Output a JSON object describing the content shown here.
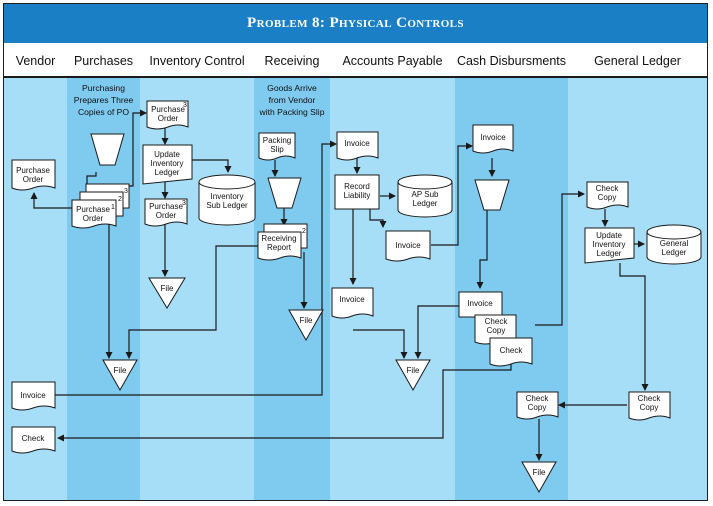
{
  "title": "Problem 8: Physical Controls",
  "colors": {
    "title_bar": "#1b7fc6",
    "lane_light": "#a6ddf7",
    "lane_dark": "#7fcaef",
    "document_fill": "#ffffff",
    "line": "#1a1a1a"
  },
  "columns": [
    "Vendor",
    "Purchases",
    "Inventory Control",
    "Receiving",
    "Accounts Payable",
    "Cash Disbursments",
    "General Ledger"
  ],
  "annotations": {
    "purchasing_note": [
      "Purchasing",
      "Prepares Three",
      "Copies of PO"
    ],
    "goods_note": [
      "Goods Arrive",
      "from Vendor",
      "with Packing Slip"
    ]
  },
  "shapes": {
    "purchase_order_vendor": "Purchase Order",
    "purchase_order_copies": "Purchase Order",
    "purchase_order_copy_count": "3",
    "purchase_order_copy2_num": "2",
    "purchase_order_copy1_num": "1",
    "ic_purchase_order_top": "Purchase Order",
    "ic_purchase_order_top_num": "3",
    "update_inventory_ledger": "Update Inventory Ledger",
    "ic_purchase_order_bottom": "Purchase Order",
    "ic_purchase_order_bottom_num": "3",
    "inventory_sub_ledger": "Inventory Sub Ledger",
    "packing_slip": "Packing Slip",
    "receiving_report": "Receiving Report",
    "receiving_report_num": "2",
    "ap_invoice_top": "Invoice",
    "record_liability": "Record Liability",
    "ap_sub_ledger": "AP Sub Ledger",
    "ap_invoice_mid": "Invoice",
    "ap_invoice_bottom": "Invoice",
    "cd_invoice_top": "Invoice",
    "cd_invoice_bottom": "Invoice",
    "cd_check_copy": "Check Copy",
    "cd_check": "Check",
    "check_copy_bottom_left": "Check Copy",
    "gl_check_copy_top": "Check Copy",
    "gl_update_inventory_ledger": "Update Inventory Ledger",
    "general_ledger": "General Ledger",
    "gl_check_copy_bottom": "Check Copy",
    "vendor_invoice": "Invoice",
    "vendor_check": "Check",
    "file_label": "File"
  }
}
